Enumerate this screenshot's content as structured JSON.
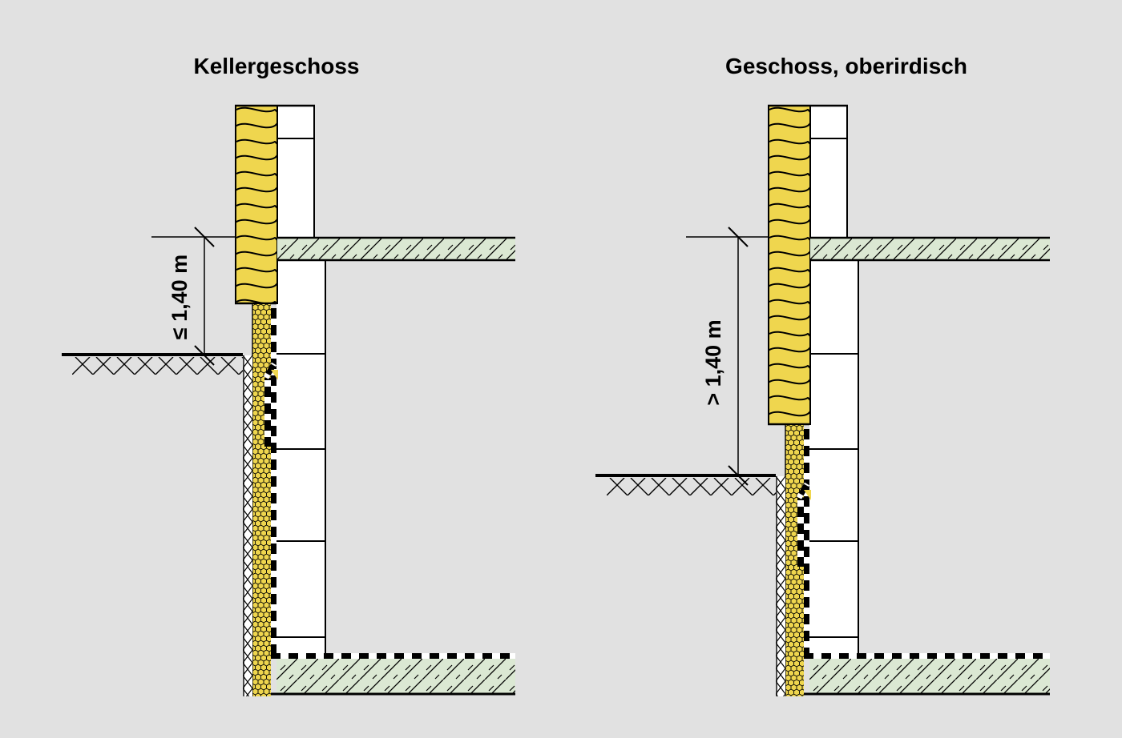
{
  "titles": {
    "left": "Kellergeschoss",
    "right": "Geschoss, oberirdisch"
  },
  "dimension_labels": {
    "left": "≤ 1,40 m",
    "right": "> 1,40 m"
  },
  "colors": {
    "background": "#e1e1e1",
    "insulation_yellow": "#efd64e",
    "slab_green": "#dbe8d3",
    "masonry_white": "#ffffff",
    "line_black": "#000000"
  }
}
